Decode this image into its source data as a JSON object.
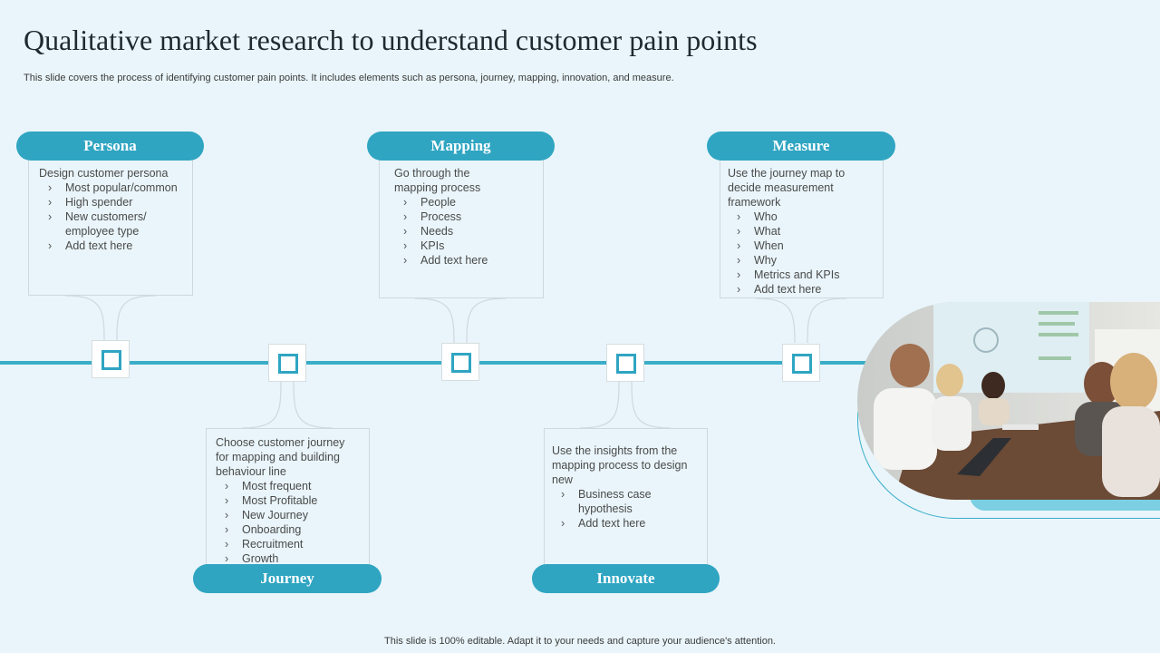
{
  "header": {
    "title": "Qualitative market research to understand customer pain points",
    "subtitle": "This slide covers the process of identifying customer pain points. It includes elements such as persona, journey, mapping, innovation, and measure."
  },
  "footer": {
    "text": "This slide is 100% editable. Adapt it to your needs and capture your audience's attention."
  },
  "steps": [
    {
      "label": "Persona",
      "intro": "Design customer persona",
      "items": [
        "Most popular/common",
        "High spender",
        "New customers/ employee type",
        "Add text here"
      ]
    },
    {
      "label": "Journey",
      "intro": "Choose customer journey for mapping and building behaviour  line",
      "items": [
        "Most frequent",
        "Most Profitable",
        "New Journey",
        "Onboarding",
        "Recruitment",
        "Growth"
      ]
    },
    {
      "label": "Mapping",
      "intro": "Go through  the mapping process",
      "items": [
        "People",
        "Process",
        "Needs",
        "KPIs",
        "Add text here"
      ]
    },
    {
      "label": "Innovate",
      "intro": "Use the insights  from the mapping process to design new",
      "items": [
        "Business case hypothesis",
        "Add text here"
      ]
    },
    {
      "label": "Measure",
      "intro": "Use the journey map to decide measurement framework",
      "items": [
        "Who",
        "What",
        "When",
        "Why",
        "Metrics and KPIs",
        "Add text here"
      ]
    }
  ],
  "colors": {
    "accent": "#2fa5c2",
    "accent_light": "#7ccfe3",
    "background": "#e9f5fa"
  }
}
